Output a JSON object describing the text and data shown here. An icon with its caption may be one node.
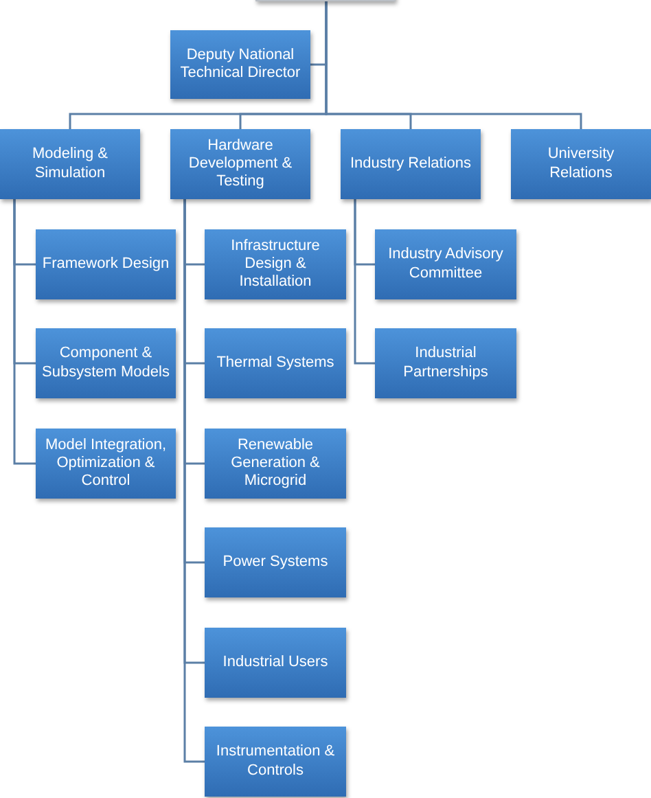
{
  "diagram": {
    "nodes": [
      {
        "text": [],
        "shape": "box"
      },
      {
        "text": [
          "Deputy National Technical Director"
        ]
      },
      {
        "text": [
          "Modeling & Simulation"
        ]
      },
      {
        "text": [
          "Hardware Development & Testing"
        ]
      },
      {
        "text": [
          "Industry Relations"
        ]
      },
      {
        "text": [
          "University Relations"
        ]
      },
      {
        "text": [
          "Framework Design"
        ]
      },
      {
        "text": [
          "Component & Subsystem Models"
        ]
      },
      {
        "text": [
          "Model Integration, Optimization & Control"
        ]
      },
      {
        "text": [
          "Infrastructure Design & Installation"
        ]
      },
      {
        "text": [
          "Thermal Systems"
        ]
      },
      {
        "text": [
          "Renewable Generation & Microgrid"
        ]
      },
      {
        "text": [
          "Power Systems"
        ]
      },
      {
        "text": [
          "Industrial Users"
        ]
      },
      {
        "text": [
          "Instrumentation & Controls"
        ]
      },
      {
        "text": [
          "Industry Advisory Committee"
        ]
      },
      {
        "text": [
          "Industrial Partnerships"
        ]
      }
    ],
    "edges": [
      {
        "from": 0,
        "to": 1,
        "arrow": "none"
      },
      {
        "from": 0,
        "to": 2,
        "arrow": "none"
      },
      {
        "from": 0,
        "to": 3,
        "arrow": "none"
      },
      {
        "from": 0,
        "to": 4,
        "arrow": "none"
      },
      {
        "from": 0,
        "to": 5,
        "arrow": "none"
      },
      {
        "from": 2,
        "to": 6,
        "arrow": "none"
      },
      {
        "from": 2,
        "to": 7,
        "arrow": "none"
      },
      {
        "from": 2,
        "to": 8,
        "arrow": "none"
      },
      {
        "from": 3,
        "to": 9,
        "arrow": "none"
      },
      {
        "from": 3,
        "to": 10,
        "arrow": "none"
      },
      {
        "from": 3,
        "to": 11,
        "arrow": "none"
      },
      {
        "from": 3,
        "to": 12,
        "arrow": "none"
      },
      {
        "from": 3,
        "to": 13,
        "arrow": "none"
      },
      {
        "from": 3,
        "to": 14,
        "arrow": "none"
      },
      {
        "from": 4,
        "to": 15,
        "arrow": "none"
      },
      {
        "from": 4,
        "to": 16,
        "arrow": "none"
      }
    ]
  }
}
